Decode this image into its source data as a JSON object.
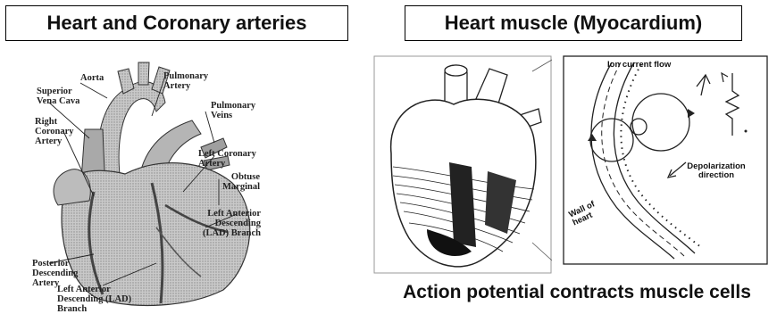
{
  "left_panel": {
    "title": "Heart and Coronary arteries",
    "labels": {
      "aorta": "Aorta",
      "pulmonary_artery": "Pulmonary Artery",
      "superior_vena_cava": "Superior Vena Cava",
      "pulmonary_veins": "Pulmonary Veins",
      "right_coronary_artery": "Right Coronary Artery",
      "left_coronary_artery": "Left Coronary Artery",
      "obtuse_marginal": "Obtuse Marginal",
      "lad_branch": "Left Anterior Descending (LAD) Branch",
      "posterior_descending_artery": "Posterior Descending Artery",
      "left_anterior_descending_bottom": "Left Anterior Descending (LAD) Branch"
    }
  },
  "right_panel": {
    "title": "Heart muscle (Myocardium)",
    "labels": {
      "ion_current_flow": "Ion current flow",
      "depolarization_direction": "Depolarization direction",
      "wall_of_heart": "Wall of heart"
    },
    "caption": "Action potential contracts muscle cells"
  }
}
